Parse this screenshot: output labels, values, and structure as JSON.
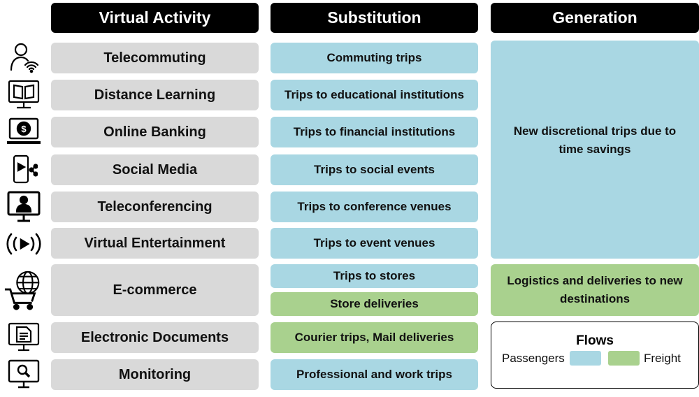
{
  "headers": {
    "virtual_activity": "Virtual Activity",
    "substitution": "Substitution",
    "generation": "Generation"
  },
  "activities": [
    "Telecommuting",
    "Distance Learning",
    "Online Banking",
    "Social Media",
    "Teleconferencing",
    "Virtual Entertainment",
    "E-commerce",
    "Electronic Documents",
    "Monitoring"
  ],
  "substitutions": [
    {
      "label": "Commuting trips",
      "flow": "passengers"
    },
    {
      "label": "Trips to educational institutions",
      "flow": "passengers"
    },
    {
      "label": "Trips to financial institutions",
      "flow": "passengers"
    },
    {
      "label": "Trips to social events",
      "flow": "passengers"
    },
    {
      "label": "Trips to conference venues",
      "flow": "passengers"
    },
    {
      "label": "Trips to event venues",
      "flow": "passengers"
    },
    {
      "label": "Trips to stores",
      "flow": "passengers"
    },
    {
      "label": "Store deliveries",
      "flow": "freight"
    },
    {
      "label": "Courier trips, Mail deliveries",
      "flow": "freight"
    },
    {
      "label": "Professional and work trips",
      "flow": "passengers"
    }
  ],
  "generation": [
    {
      "label": "New discretional trips due to time savings",
      "flow": "passengers"
    },
    {
      "label": "Logistics and deliveries to new destinations",
      "flow": "freight"
    }
  ],
  "legend": {
    "title": "Flows",
    "passengers": "Passengers",
    "freight": "Freight"
  },
  "colors": {
    "header": "#000000",
    "activity": "#d9d9d9",
    "passengers": "#a9d7e3",
    "freight": "#a9d18e"
  },
  "icons": [
    "person-wifi-icon",
    "book-monitor-icon",
    "dollar-laptop-icon",
    "phone-share-icon",
    "video-call-monitor-icon",
    "broadcast-play-icon",
    "globe-cart-icon",
    "document-monitor-icon",
    "search-monitor-icon"
  ]
}
